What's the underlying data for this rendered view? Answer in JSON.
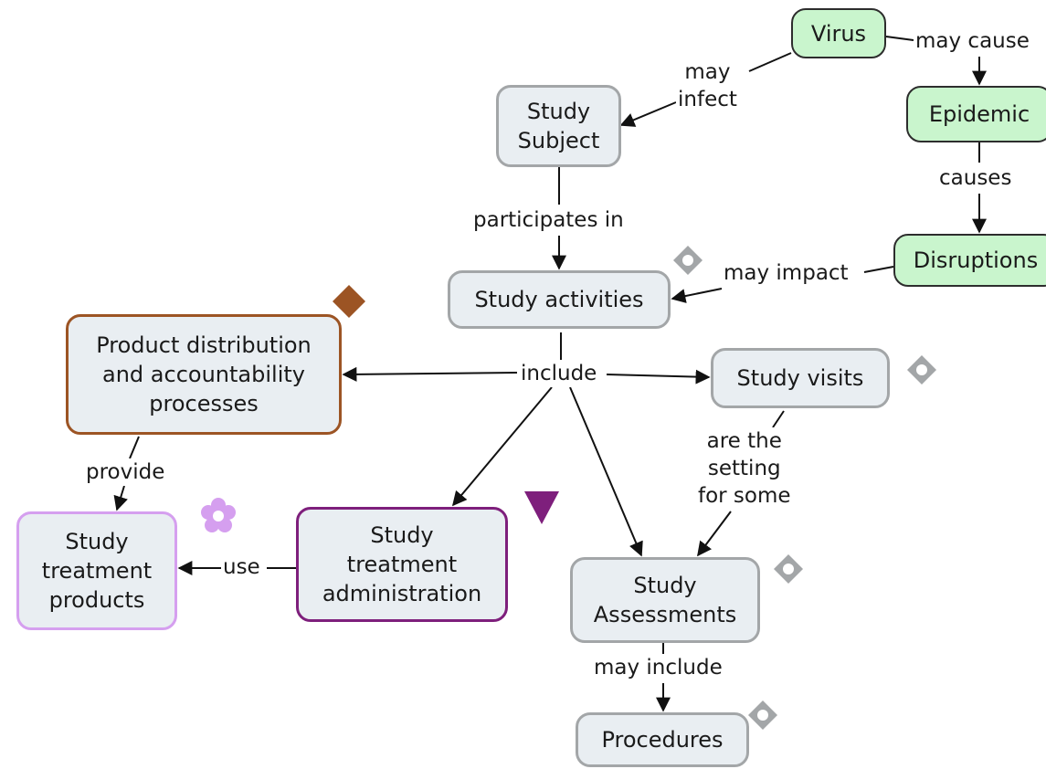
{
  "nodes": {
    "virus": "Virus",
    "epidemic": "Epidemic",
    "disruptions": "Disruptions",
    "study_subject": "Study\nSubject",
    "study_activities": "Study activities",
    "product_distribution": "Product distribution\nand accountability\nprocesses",
    "study_visits": "Study visits",
    "study_treatment_products": "Study\ntreatment\nproducts",
    "study_treatment_administration": "Study\ntreatment\nadministration",
    "study_assessments": "Study\nAssessments",
    "procedures": "Procedures"
  },
  "links": {
    "may_cause": "may cause",
    "may_infect": "may\ninfect",
    "causes": "causes",
    "participates_in": "participates in",
    "may_impact": "may impact",
    "include": "include",
    "provide": "provide",
    "use": "use",
    "are_the_setting": "are the\nsetting\nfor some",
    "may_include": "may include"
  },
  "colors": {
    "node_fill": "#e9eef2",
    "node_border": "#a3a6a8",
    "green_fill": "#c9f5cd",
    "brown": "#9c5424",
    "purple": "#7e1f7c",
    "lilac": "#d59fef",
    "marker_grey": "#a3a6a8"
  }
}
